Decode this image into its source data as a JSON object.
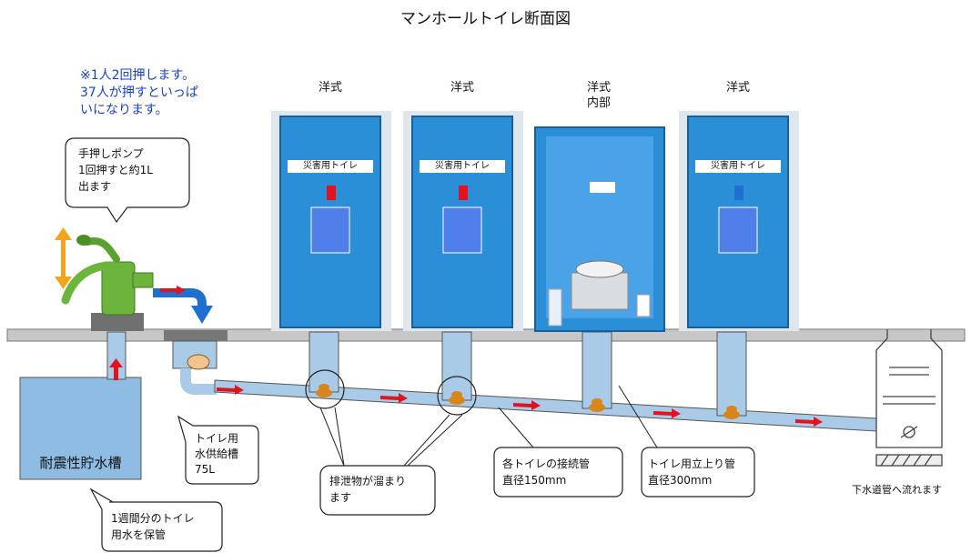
{
  "title": "マンホールトイレ断面図",
  "note": "※1人2回押します。\n37人が押すといっぱ\nいになります。",
  "toilet_labels": [
    "洋式",
    "洋式",
    "洋式\n内部",
    "洋式"
  ],
  "toilet_sign": "災害用トイレ",
  "callouts": {
    "pump": "手押しポンプ\n1回押すと約1L\n出ます",
    "supply_tank": "トイレ用\n水供給槽\n75L",
    "storage_tank": "耐震性貯水槽",
    "storage_note": "1週間分のトイレ\n用水を保管",
    "waste": "排泄物が溜まり\nます",
    "pipe": "各トイレの接続管\n直径150mm",
    "riser": "トイレ用立上り管\n直径300mm",
    "sewer": "下水道管へ流れます"
  },
  "colors": {
    "booth": "#2b8fd8",
    "pipe": "#a9cbe7",
    "tank": "#8fbce3",
    "arrow": "#e0141f",
    "flow_arrow": "#1e6fd0",
    "pump": "#6cb43c",
    "double_arrow": "#f2a51c",
    "ground": "#c7c7c7",
    "waste": "#d8861c"
  }
}
